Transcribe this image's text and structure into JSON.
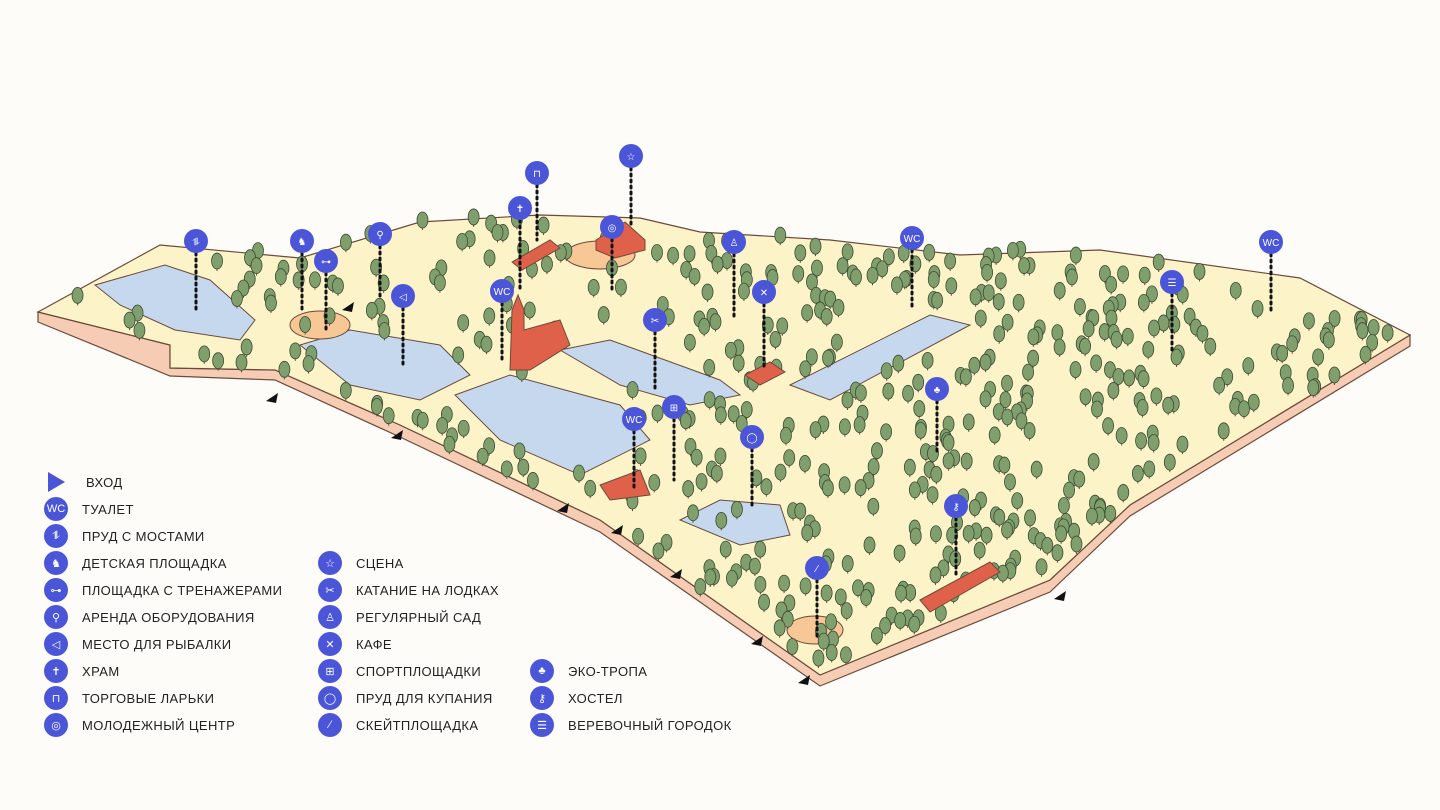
{
  "colors": {
    "pin": "#4b55d8",
    "water": "#c5d8ee",
    "ground": "#fdf3c8",
    "tree": "#7fa06c",
    "building": "#e0614a",
    "base": "#f6cdb4",
    "sand": "#f7c796"
  },
  "pin_wc_text": "WC",
  "legend": {
    "entrance": "ВХОД",
    "wc": "ТУАЛЕТ",
    "bridges": "ПРУД С МОСТАМИ",
    "playground": "ДЕТСКАЯ ПЛОЩАДКА",
    "gym": "ПЛОЩАДКА С ТРЕНАЖЕРАМИ",
    "rental": "АРЕНДА ОБОРУДОВАНИЯ",
    "fishing": "МЕСТО ДЛЯ РЫБАЛКИ",
    "church": "ХРАМ",
    "stalls": "ТОРГОВЫЕ ЛАРЬКИ",
    "youth": "МОЛОДЕЖНЫЙ ЦЕНТР",
    "stage": "СЦЕНА",
    "boating": "КАТАНИЕ НА ЛОДКАХ",
    "garden": "РЕГУЛЯРНЫЙ САД",
    "cafe": "КАФЕ",
    "sports": "СПОРТПЛОЩАДКИ",
    "swimming": "ПРУД ДЛЯ КУПАНИЯ",
    "skate": "СКЕЙТПЛОЩАДКА",
    "eco": "ЭКО-ТРОПА",
    "hostel": "ХОСТЕЛ",
    "rope": "ВЕРЕВОЧНЫЙ ГОРОДОК"
  },
  "legend_icons": {
    "wc": "WC",
    "bridges": "⥮",
    "playground": "♞",
    "gym": "⊶",
    "rental": "⚲",
    "fishing": "◁",
    "church": "✝",
    "stalls": "⊓",
    "youth": "◎",
    "stage": "☆",
    "boating": "✂",
    "garden": "♙",
    "cafe": "✕",
    "sports": "⊞",
    "swimming": "◯",
    "skate": "⁄",
    "eco": "♣",
    "hostel": "⚷",
    "rope": "☰"
  }
}
